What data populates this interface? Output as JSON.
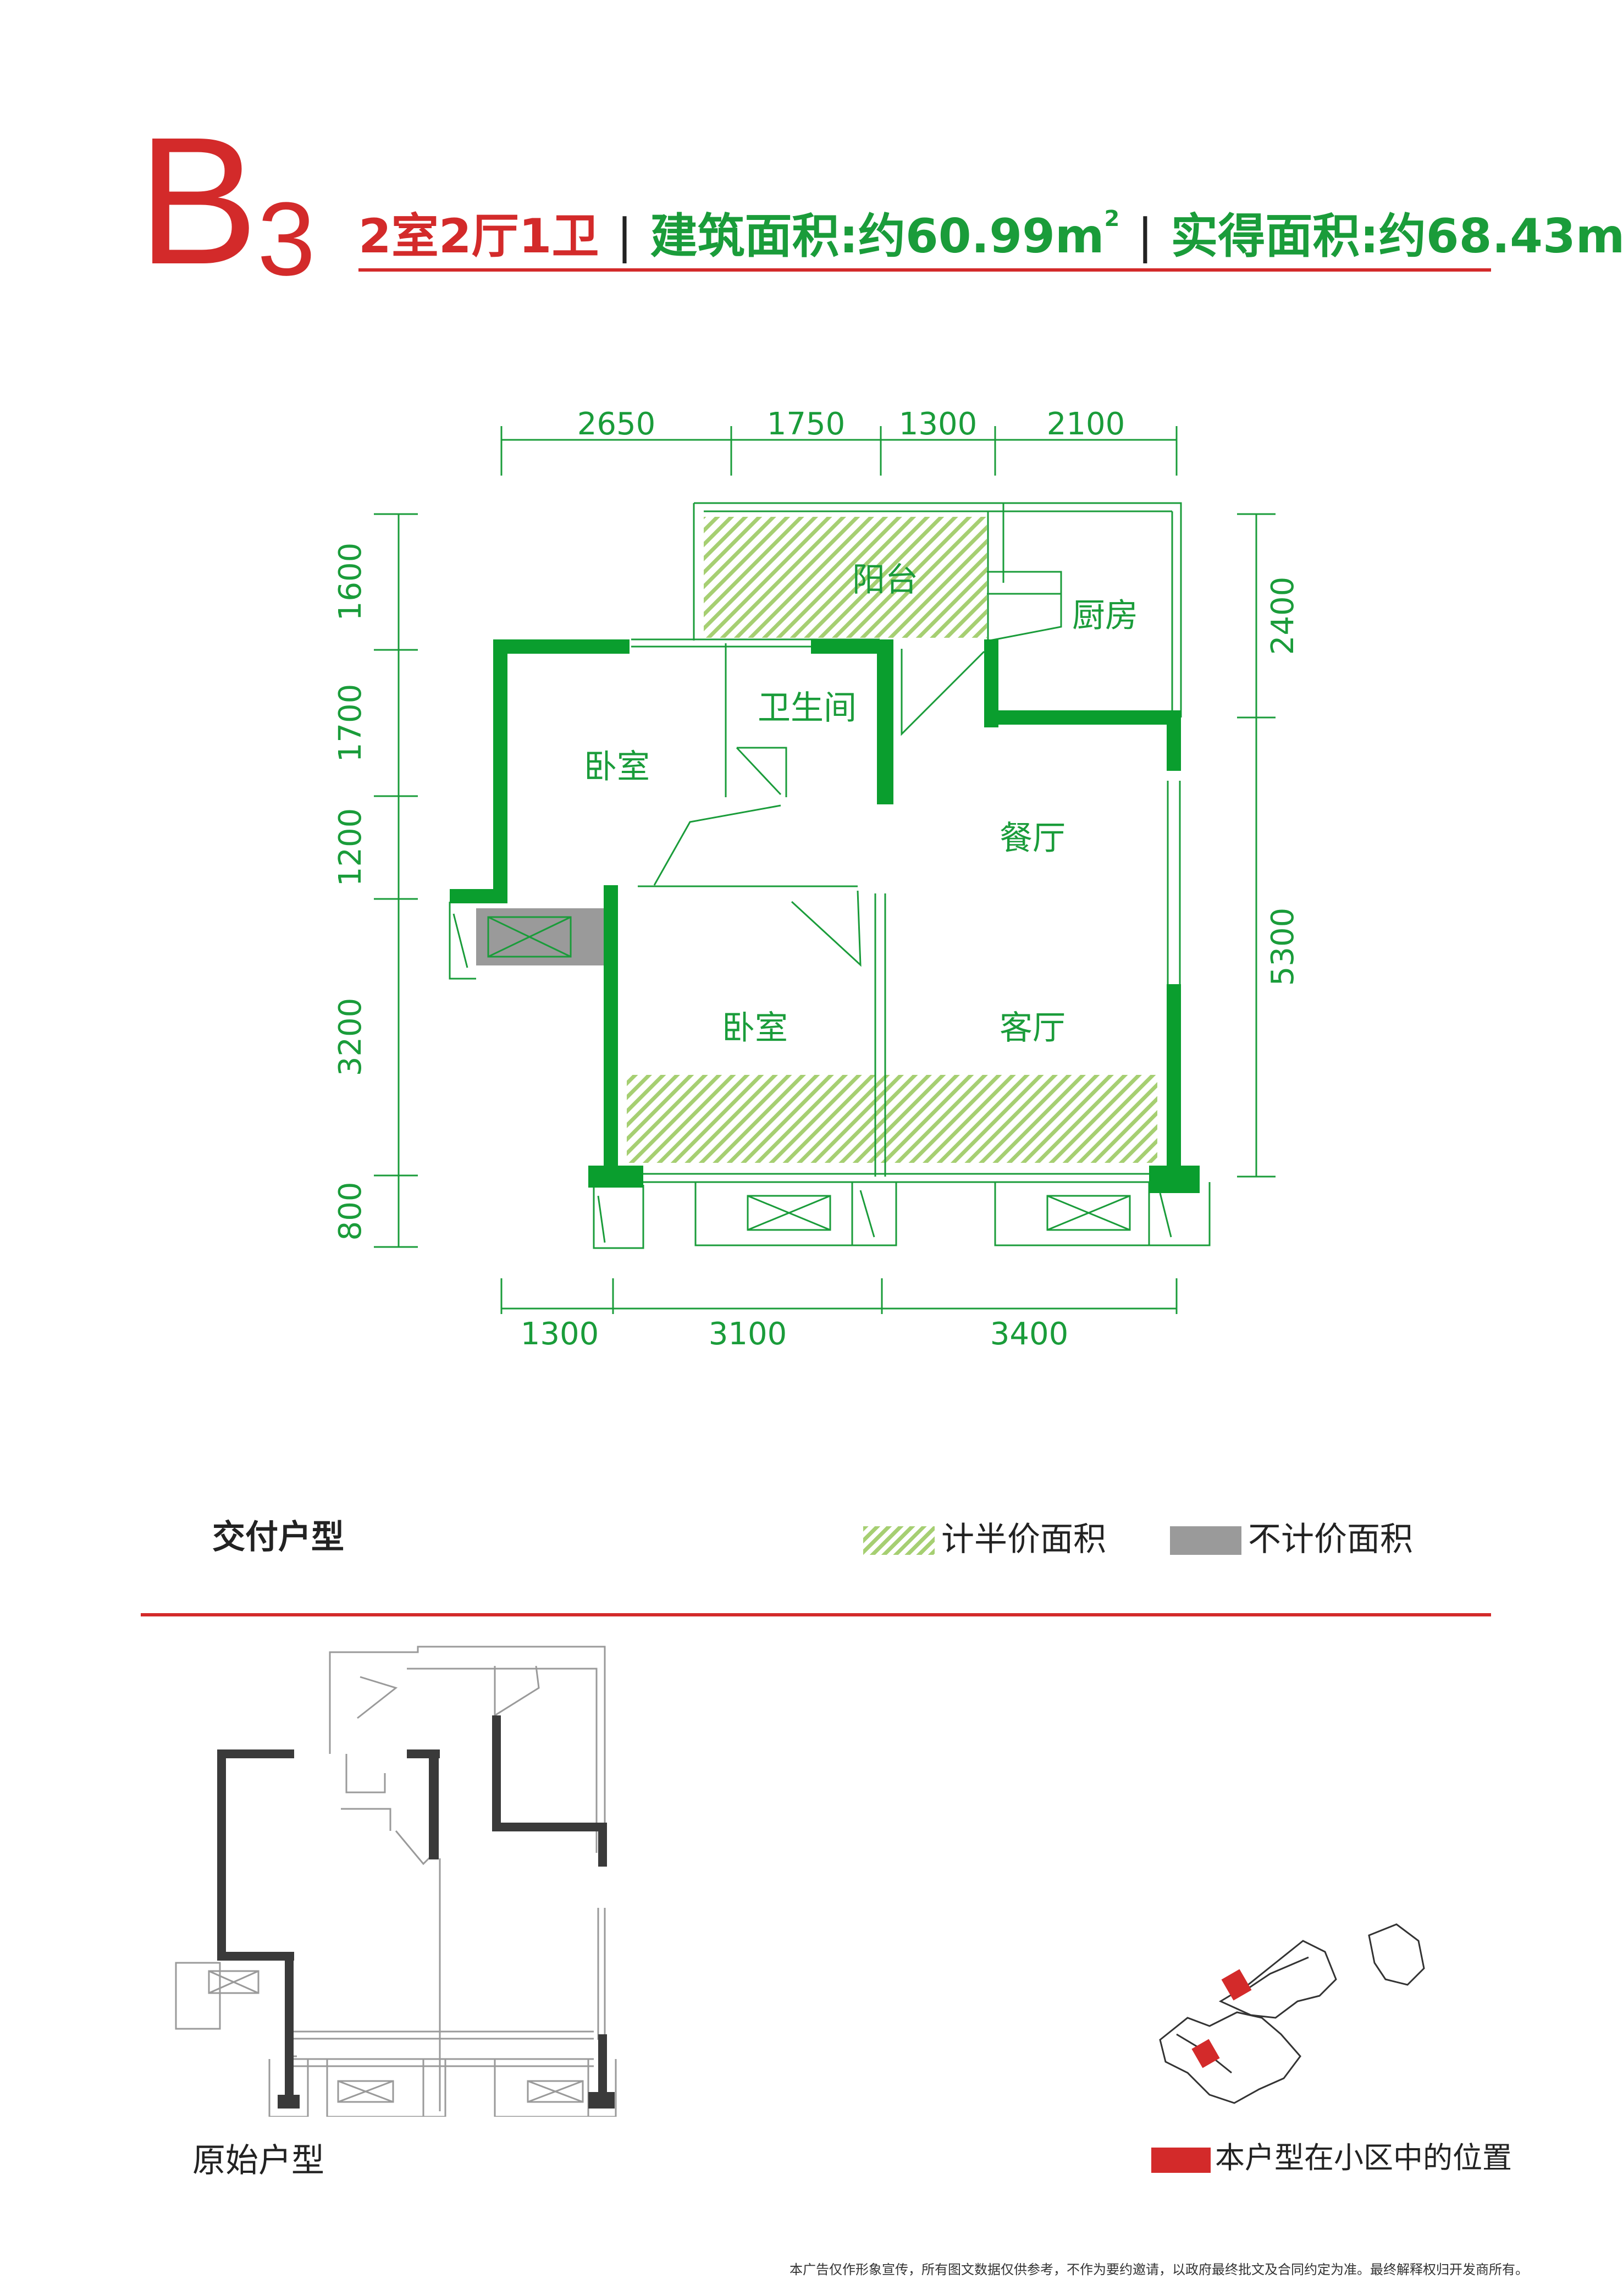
{
  "header": {
    "unit_letter": "B",
    "unit_number": "3",
    "rooms": "2室2厅1卫",
    "separator": "|",
    "built_area": "建筑面积:约60.99m",
    "actual_area": "实得面积:约68.43m",
    "area_superscript": "2"
  },
  "plan": {
    "top_dims": [
      "2650",
      "1750",
      "1300",
      "2100"
    ],
    "bottom_dims": [
      "1300",
      "3100",
      "3400"
    ],
    "left_dims": [
      "1600",
      "1700",
      "1200",
      "3200",
      "800"
    ],
    "right_dims": [
      "2400",
      "5300"
    ],
    "rooms": {
      "balcony": "阳台",
      "kitchen": "厨房",
      "bathroom": "卫生间",
      "bedroom_1": "卧室",
      "bedroom_2": "卧室",
      "dining": "餐厅",
      "living": "客厅"
    }
  },
  "labels": {
    "delivered": "交付户型",
    "original": "原始户型"
  },
  "legend": {
    "half_area": "计半价面积",
    "no_area": "不计价面积",
    "location": "本户型在小区中的位置"
  },
  "colors": {
    "brand_red": "#d32a2a",
    "wall_green": "#0a9e2e",
    "text_green": "#1a9c3a",
    "hatch_green": "#a6cf72",
    "unpriced_grey": "#9a9a9a",
    "original_wall": "#3a3a3a"
  },
  "disclaimer": "本广告仅作形象宣传，所有图文数据仅供参考，不作为要约邀请，以政府最终批文及合同约定为准。最终解释权归开发商所有。"
}
